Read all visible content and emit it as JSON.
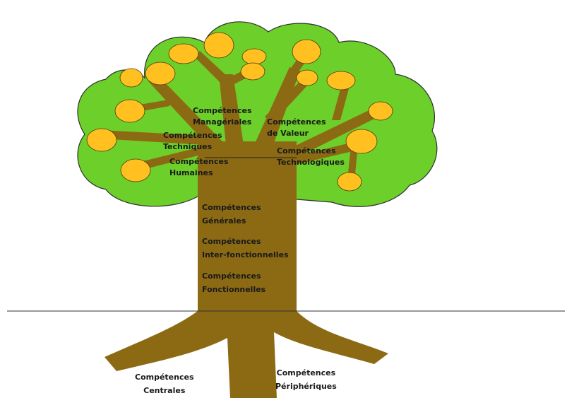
{
  "colors": {
    "foliage": "#6dcf2a",
    "foliage_outline": "#2f2f2f",
    "wood": "#8c6a14",
    "fruit": "#ffc020",
    "fruit_outline": "#4a3a10",
    "ground": "#333333",
    "text": "#1a1a1a"
  },
  "icons": {
    "foliage": "tree-crown",
    "fruit": "fruit-circle"
  },
  "labels": {
    "manageriales": [
      "Compétences",
      "Managériales"
    ],
    "valeur": [
      "Compétences",
      "de Valeur"
    ],
    "techniques": [
      "Compétences",
      "Techniques"
    ],
    "technologiques": [
      "Compétences",
      "Technologiques"
    ],
    "humaines": [
      "Compétences",
      "Humaines"
    ],
    "generales": [
      "Compétences",
      "Générales"
    ],
    "inter_fonctionnelles": [
      "Compétences",
      "Inter-fonctionnelles"
    ],
    "fonctionnelles": [
      "Compétences",
      "Fonctionnelles"
    ],
    "centrales": [
      "Compétences",
      "Centrales"
    ],
    "peripheriques": [
      "Compétences",
      "Périphériques"
    ]
  }
}
